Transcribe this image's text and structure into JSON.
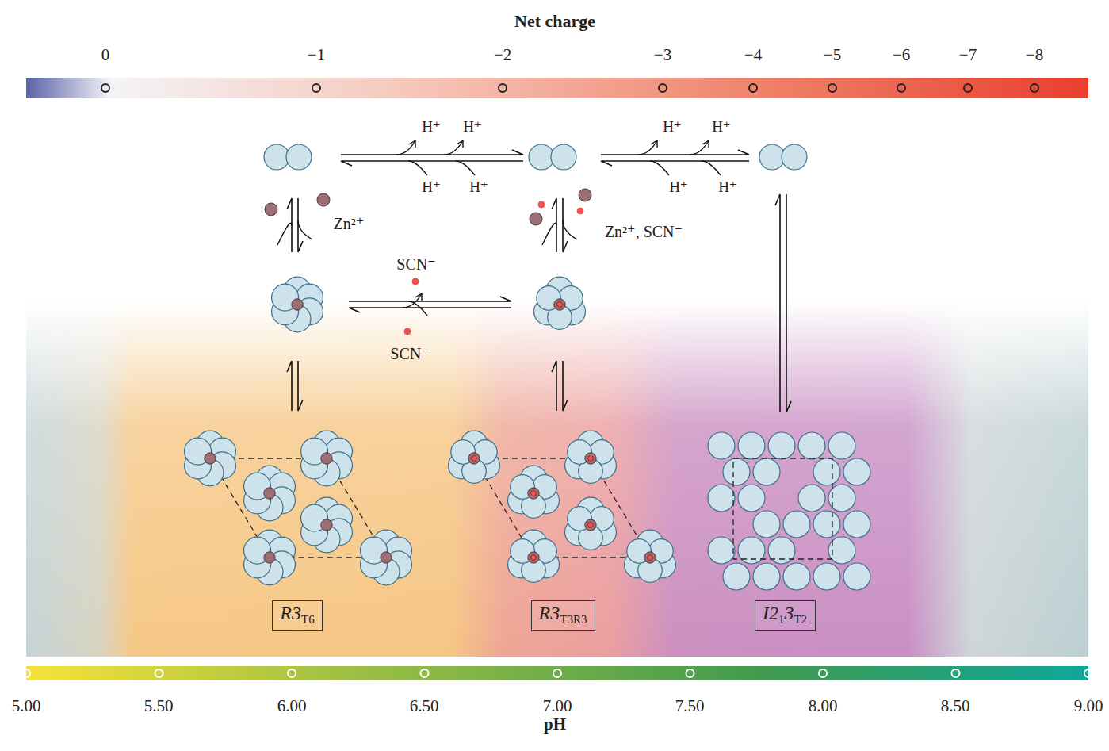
{
  "diagram": {
    "nodes": [
      {
        "text": [
          "R3",
          "T6"
        ]
      },
      {
        "text": [
          "R3",
          "T3R3"
        ]
      },
      {
        "text": [
          "I2",
          "1",
          "3",
          "T2"
        ]
      }
    ],
    "labels": [
      "Net charge",
      "0",
      "−1",
      "−2",
      "−3",
      "−4",
      "−5",
      "−6",
      "−7",
      "−8",
      "H⁺",
      "H⁺",
      "H⁺",
      "H⁺",
      "H⁺",
      "H⁺",
      "H⁺",
      "H⁺",
      "Zn²⁺",
      "Zn²⁺, SCN⁻",
      "SCN⁻",
      "SCN⁻",
      "5.00",
      "5.50",
      "6.00",
      "6.50",
      "7.00",
      "7.50",
      "8.00",
      "8.50",
      "9.00",
      "pH"
    ]
  }
}
